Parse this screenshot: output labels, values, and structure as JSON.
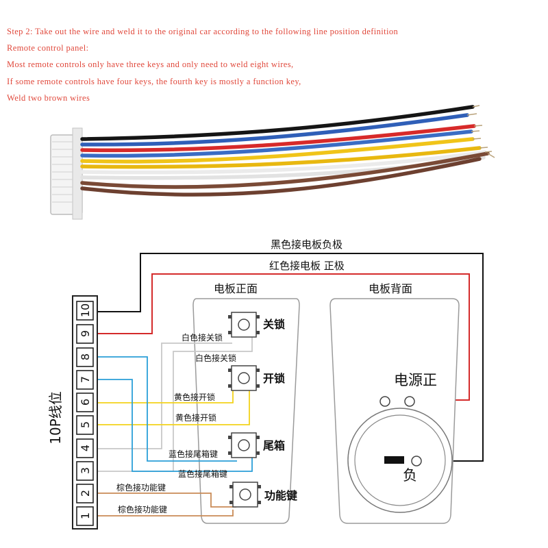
{
  "instructions": [
    "Step 2: Take out the wire and weld it to the original car according to the following line position definition",
    "Remote control panel:",
    "Most remote controls only have three keys and only need to weld eight wires,",
    "If some remote controls have four keys, the fourth key is mostly a function key,",
    "Weld two brown wires"
  ],
  "wiring": {
    "connector_label": "10P线位",
    "pins": [
      "1",
      "2",
      "3",
      "4",
      "5",
      "6",
      "7",
      "8",
      "9",
      "10"
    ],
    "board_front_title": "电板正面",
    "board_back_title": "电板背面",
    "black_wire_label": "黑色接电板负极",
    "red_wire_label": "红色接电板 正极",
    "buttons": [
      {
        "name": "关锁"
      },
      {
        "name": "开锁"
      },
      {
        "name": "尾箱"
      },
      {
        "name": "功能键"
      }
    ],
    "wire_labels": {
      "white_1": "白色接关锁",
      "white_2": "白色接关锁",
      "yellow_1": "黄色接开锁",
      "yellow_2": "黄色接开锁",
      "blue_1": "蓝色接尾箱键",
      "blue_2": "蓝色接尾箱键",
      "brown_1": "棕色接功能键",
      "brown_2": "棕色接功能键"
    },
    "power_positive": "电源正",
    "negative": "负"
  },
  "colors": {
    "text_red": "#e0473a",
    "black_wire": "#111111",
    "red_wire": "#d42a2a",
    "blue_wire": "#2a9fd8",
    "yellow_wire": "#f2d21a",
    "white_wire": "#c8c8c8",
    "brown_wire": "#c98a55"
  }
}
